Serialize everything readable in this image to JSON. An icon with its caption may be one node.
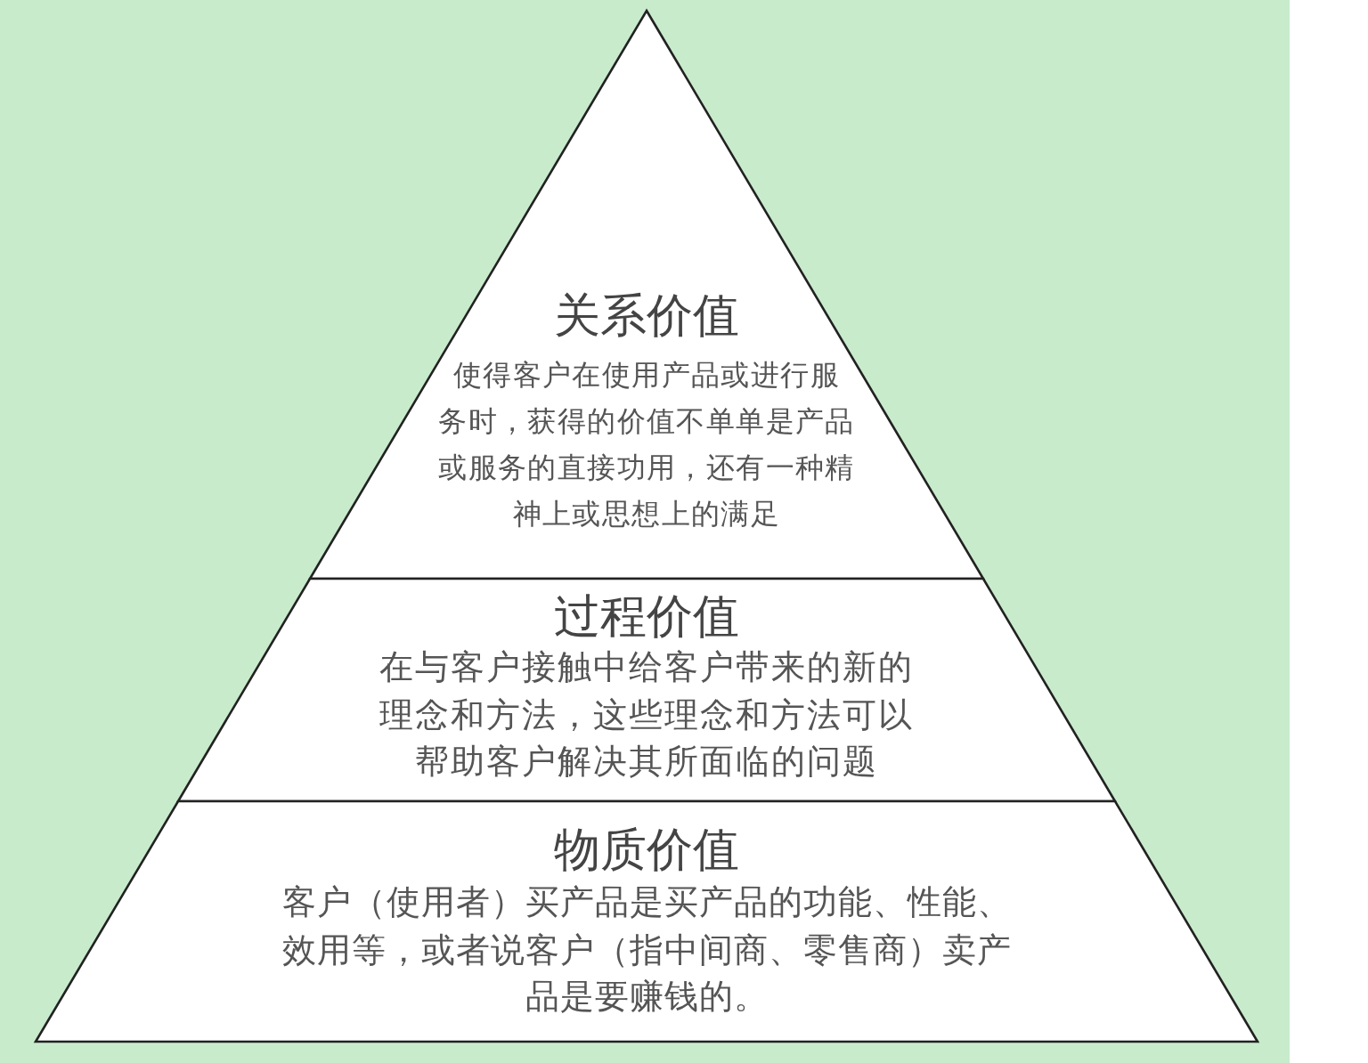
{
  "diagram": {
    "nodes": [
      {
        "text": [
          "关系价值",
          "使得客户在使用产品或进行服务时，获得的价值不单单是产品或服务的直接功用，还有一种精神上或思想上的满足"
        ]
      },
      {
        "text": [
          "过程价值",
          "在与客户接触中给客户带来的新的理念和方法，这些理念和方法可以帮助客户解决其所面临的问题"
        ]
      },
      {
        "text": [
          "物质价值",
          "客户（使用者）买产品是买产品的功能、性能、效用等，或者说客户（指中间商、零售商）卖产品是要赚钱的。"
        ]
      }
    ]
  }
}
